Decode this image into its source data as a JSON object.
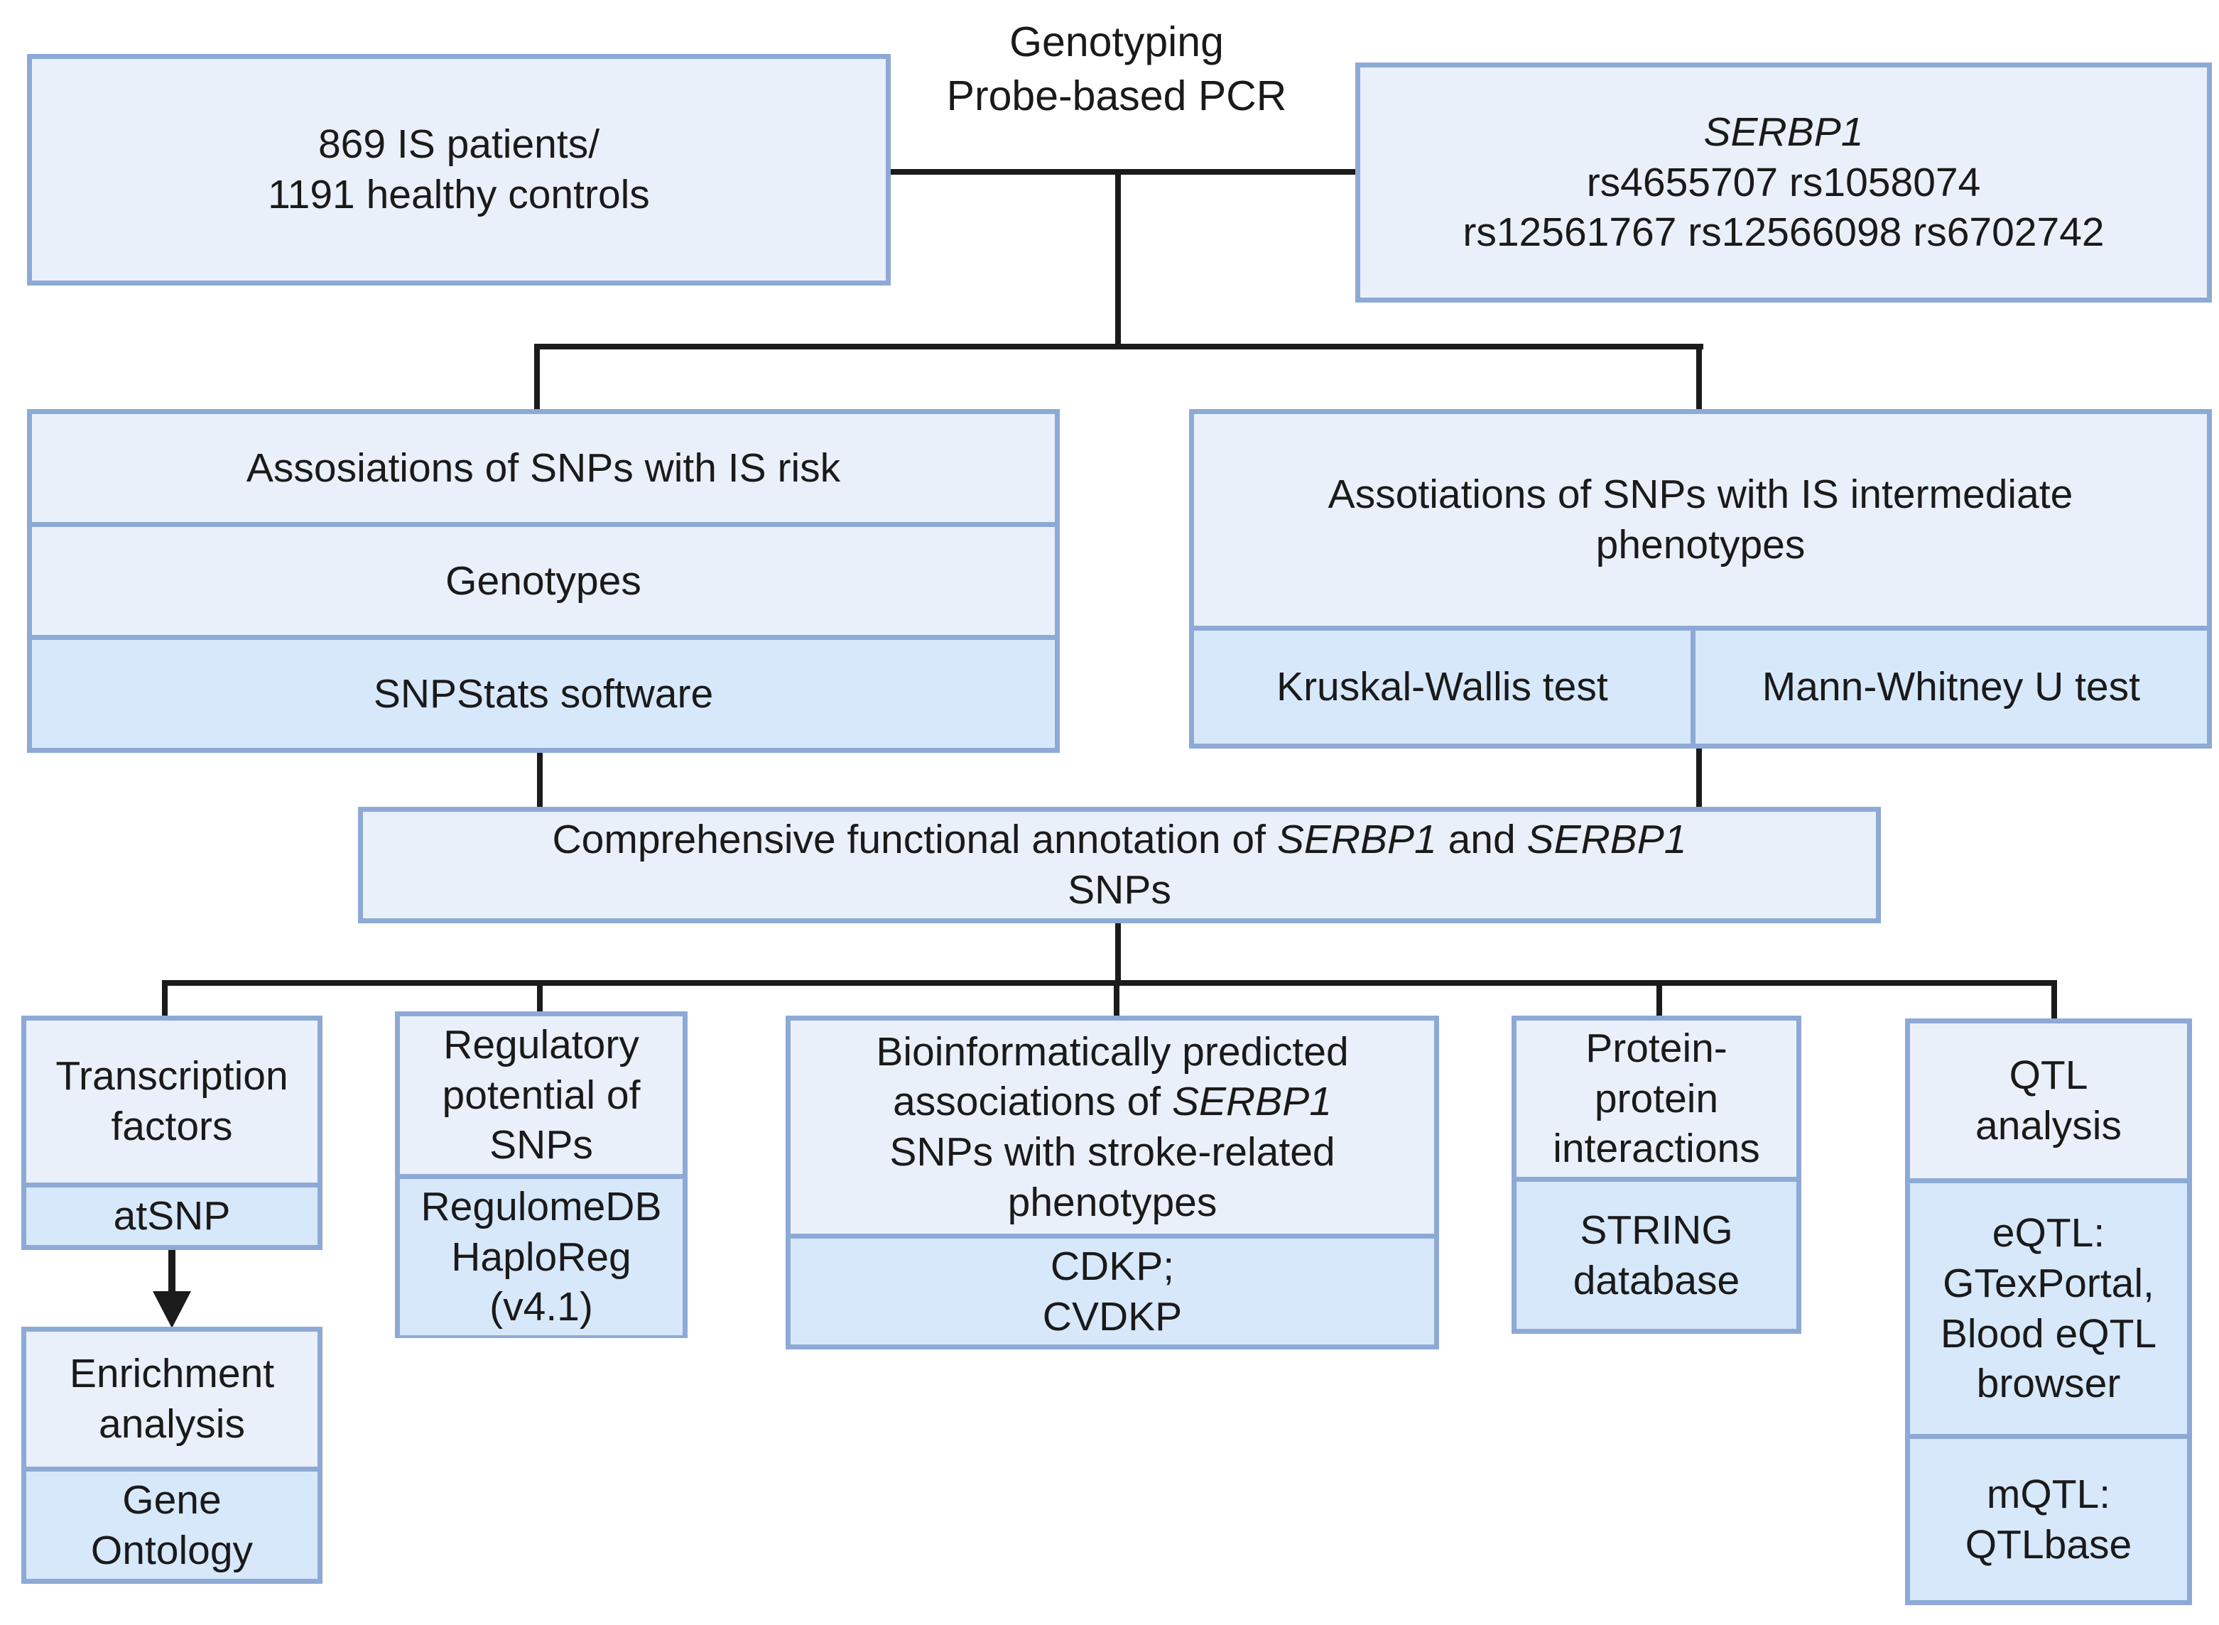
{
  "palette": {
    "box_fill_light": "#e9f0fa",
    "box_fill_accent": "#d7e8fa",
    "box_border": "#8da9d6",
    "connector": "#1b1b1b",
    "text": "#1a1a1a",
    "background": "#ffffff"
  },
  "genotyping_header": {
    "lines": [
      "Genotyping",
      "Probe-based PCR"
    ]
  },
  "cohort_box": {
    "lines": [
      "869 IS patients/",
      "1191 healthy controls"
    ]
  },
  "gene_box": {
    "gene": "SERBP1",
    "lines": [
      "rs4655707 rs1058074",
      "rs12561767 rs12566098 rs6702742"
    ]
  },
  "risk_branch": {
    "title": "Assosiations of SNPs with IS risk",
    "data_row": "Genotypes",
    "tool_row": "SNPStats software"
  },
  "phenotype_branch": {
    "title_lines": [
      "Assotiations of SNPs with IS intermediate",
      "phenotypes"
    ],
    "test_left": "Kruskal-Wallis test",
    "test_right": "Mann-Whitney U test"
  },
  "annotation_hub": {
    "line1_seg1": "Comprehensive functional annotation of ",
    "line1_gene1": "SERBP1",
    "line1_seg2": " and ",
    "line1_gene2": "SERBP1",
    "line2": "SNPs"
  },
  "tf_branch": {
    "title_lines": [
      "Transcription",
      "factors"
    ],
    "tool": "atSNP",
    "enrichment_lines": [
      "Enrichment",
      "analysis"
    ],
    "ontology_lines": [
      "Gene",
      "Ontology"
    ]
  },
  "regulatory_branch": {
    "title_lines": [
      "Regulatory",
      "potential of",
      "SNPs"
    ],
    "tool_lines": [
      "RegulomeDB",
      "HaploReg",
      "(v4.1)"
    ]
  },
  "prediction_branch": {
    "title_line1": "Bioinformatically predicted",
    "title_line2_seg": "associations of ",
    "title_line2_gene": "SERBP1",
    "title_line3": "SNPs with stroke-related",
    "title_line4": "phenotypes",
    "tool_lines": [
      "CDKP;",
      "CVDKP"
    ]
  },
  "ppi_branch": {
    "title_lines": [
      "Protein-",
      "protein",
      "interactions"
    ],
    "tool_lines": [
      "STRING",
      "database"
    ]
  },
  "qtl_branch": {
    "title_lines": [
      "QTL",
      "analysis"
    ],
    "eqtl_lines": [
      "eQTL:",
      "GTexPortal,",
      "Blood eQTL",
      "browser"
    ],
    "mqtl_lines": [
      "mQTL:",
      "QTLbase"
    ]
  }
}
